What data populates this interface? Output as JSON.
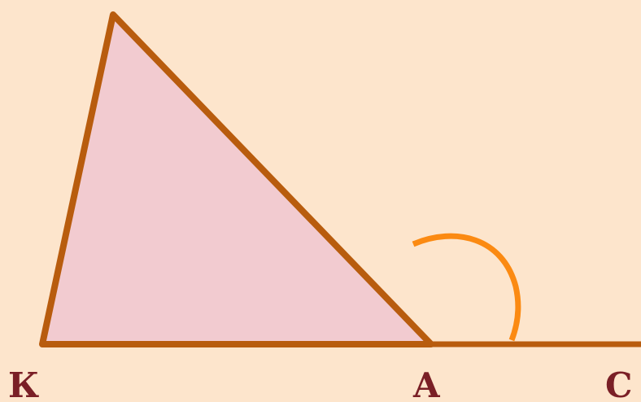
{
  "colors": {
    "background": "#fde5cc",
    "triangle_fill": "#f2cbd0",
    "triangle_stroke": "#b85c0e",
    "ray_stroke": "#b85c0e",
    "angle_arc": "#fb8a12",
    "label": "#7a1f26"
  },
  "labels": {
    "k": "К",
    "a": "A",
    "c": "C"
  }
}
